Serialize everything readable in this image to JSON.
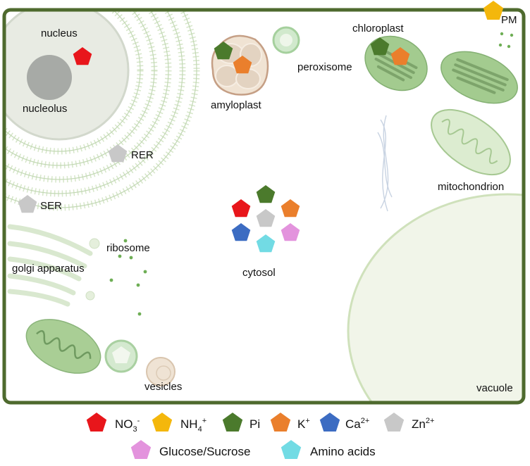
{
  "colors": {
    "nitrate": "#e8161b",
    "ammonium": "#f4b70c",
    "phosphate": "#4b7a2c",
    "potassium": "#ea7f2c",
    "calcium": "#3c6cc2",
    "zinc": "#c8c8c8",
    "sugar": "#e393dd",
    "amino": "#72dbe4",
    "cell_wall": "#4e6a2e",
    "organelle_green": "#bcd9ae"
  },
  "labels": {
    "nucleus": "nucleus",
    "nucleolus": "nucleolus",
    "rer": "RER",
    "ser": "SER",
    "ribosome": "ribosome",
    "golgi": "golgi apparatus",
    "vesicles": "vesicles",
    "amyloplast": "amyloplast",
    "peroxisome": "peroxisome",
    "cytosol": "cytosol",
    "chloroplast": "chloroplast",
    "mitochondrion": "mitochondrion",
    "vacuole": "vacuole",
    "pm": "PM"
  },
  "legend": {
    "nitrate": {
      "base": "NO",
      "sub": "3",
      "sup": "-"
    },
    "ammonium": {
      "base": "NH",
      "sub": "4",
      "sup": "+"
    },
    "phosphate": {
      "base": "Pi"
    },
    "potassium": {
      "base": "K",
      "sup": "+"
    },
    "calcium": {
      "base": "Ca",
      "sup": "2+"
    },
    "zinc": {
      "base": "Zn",
      "sup": "2+"
    },
    "sugar": {
      "base": "Glucose/Sucrose"
    },
    "amino": {
      "base": "Amino acids"
    }
  }
}
